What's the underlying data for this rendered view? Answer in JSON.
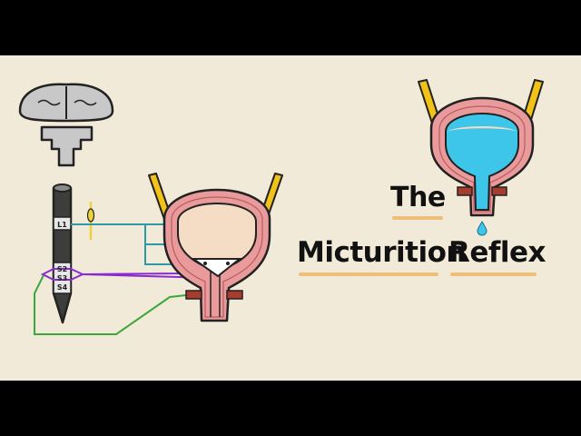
{
  "title": {
    "the": "The",
    "micturition": "Micturition",
    "reflex": "Reflex"
  },
  "spine_labels": {
    "l1": "L1",
    "s2": "S2",
    "s3": "S3",
    "s4": "S4"
  },
  "colors": {
    "background": "#f2ead8",
    "letterbox": "#000000",
    "bladder_wall": "#e99a9b",
    "bladder_urine_full": "#3ec6ea",
    "bladder_lumen_empty": "#f5dcc4",
    "ureter": "#f2c219",
    "sphincter": "#a73c2d",
    "brain": "#c8c8c8",
    "nerve_sympathetic": "#2a9aa8",
    "nerve_parasympathetic": "#8a2bd0",
    "nerve_somatic": "#3aa83a",
    "ganglion": "#efd23a",
    "title_underline": "#efbf7a"
  },
  "icons": [
    "brain-icon",
    "brainstem-icon",
    "spinal-cord-icon",
    "bladder-icon",
    "full-bladder-icon",
    "urine-drop-icon"
  ]
}
